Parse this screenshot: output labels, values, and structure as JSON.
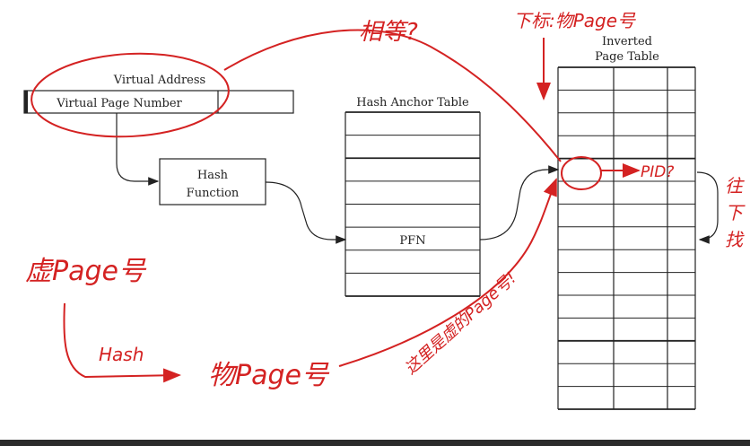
{
  "diagram": {
    "virtual_address": {
      "title": "Virtual Address",
      "field": "Virtual Page Number"
    },
    "hash_function": {
      "line1": "Hash",
      "line2": "Function"
    },
    "hash_anchor_table": {
      "title": "Hash Anchor Table",
      "entry": "PFN"
    },
    "inverted_page_table": {
      "title_line1": "Inverted",
      "title_line2": "Page Table"
    }
  },
  "annotations": {
    "equal_question": "相等?",
    "index_note": "下标:物Page号",
    "pid_question": "PID?",
    "search_down": [
      "往",
      "下",
      "找"
    ],
    "virtual_page_no": "虚Page号",
    "hash": "Hash",
    "physical_page_no": "物Page号",
    "here_is_virtual_page_no": "这里是虚的Page号!"
  },
  "colors": {
    "ink": "#222222",
    "annotation": "#d42222",
    "background": "#ffffff"
  }
}
